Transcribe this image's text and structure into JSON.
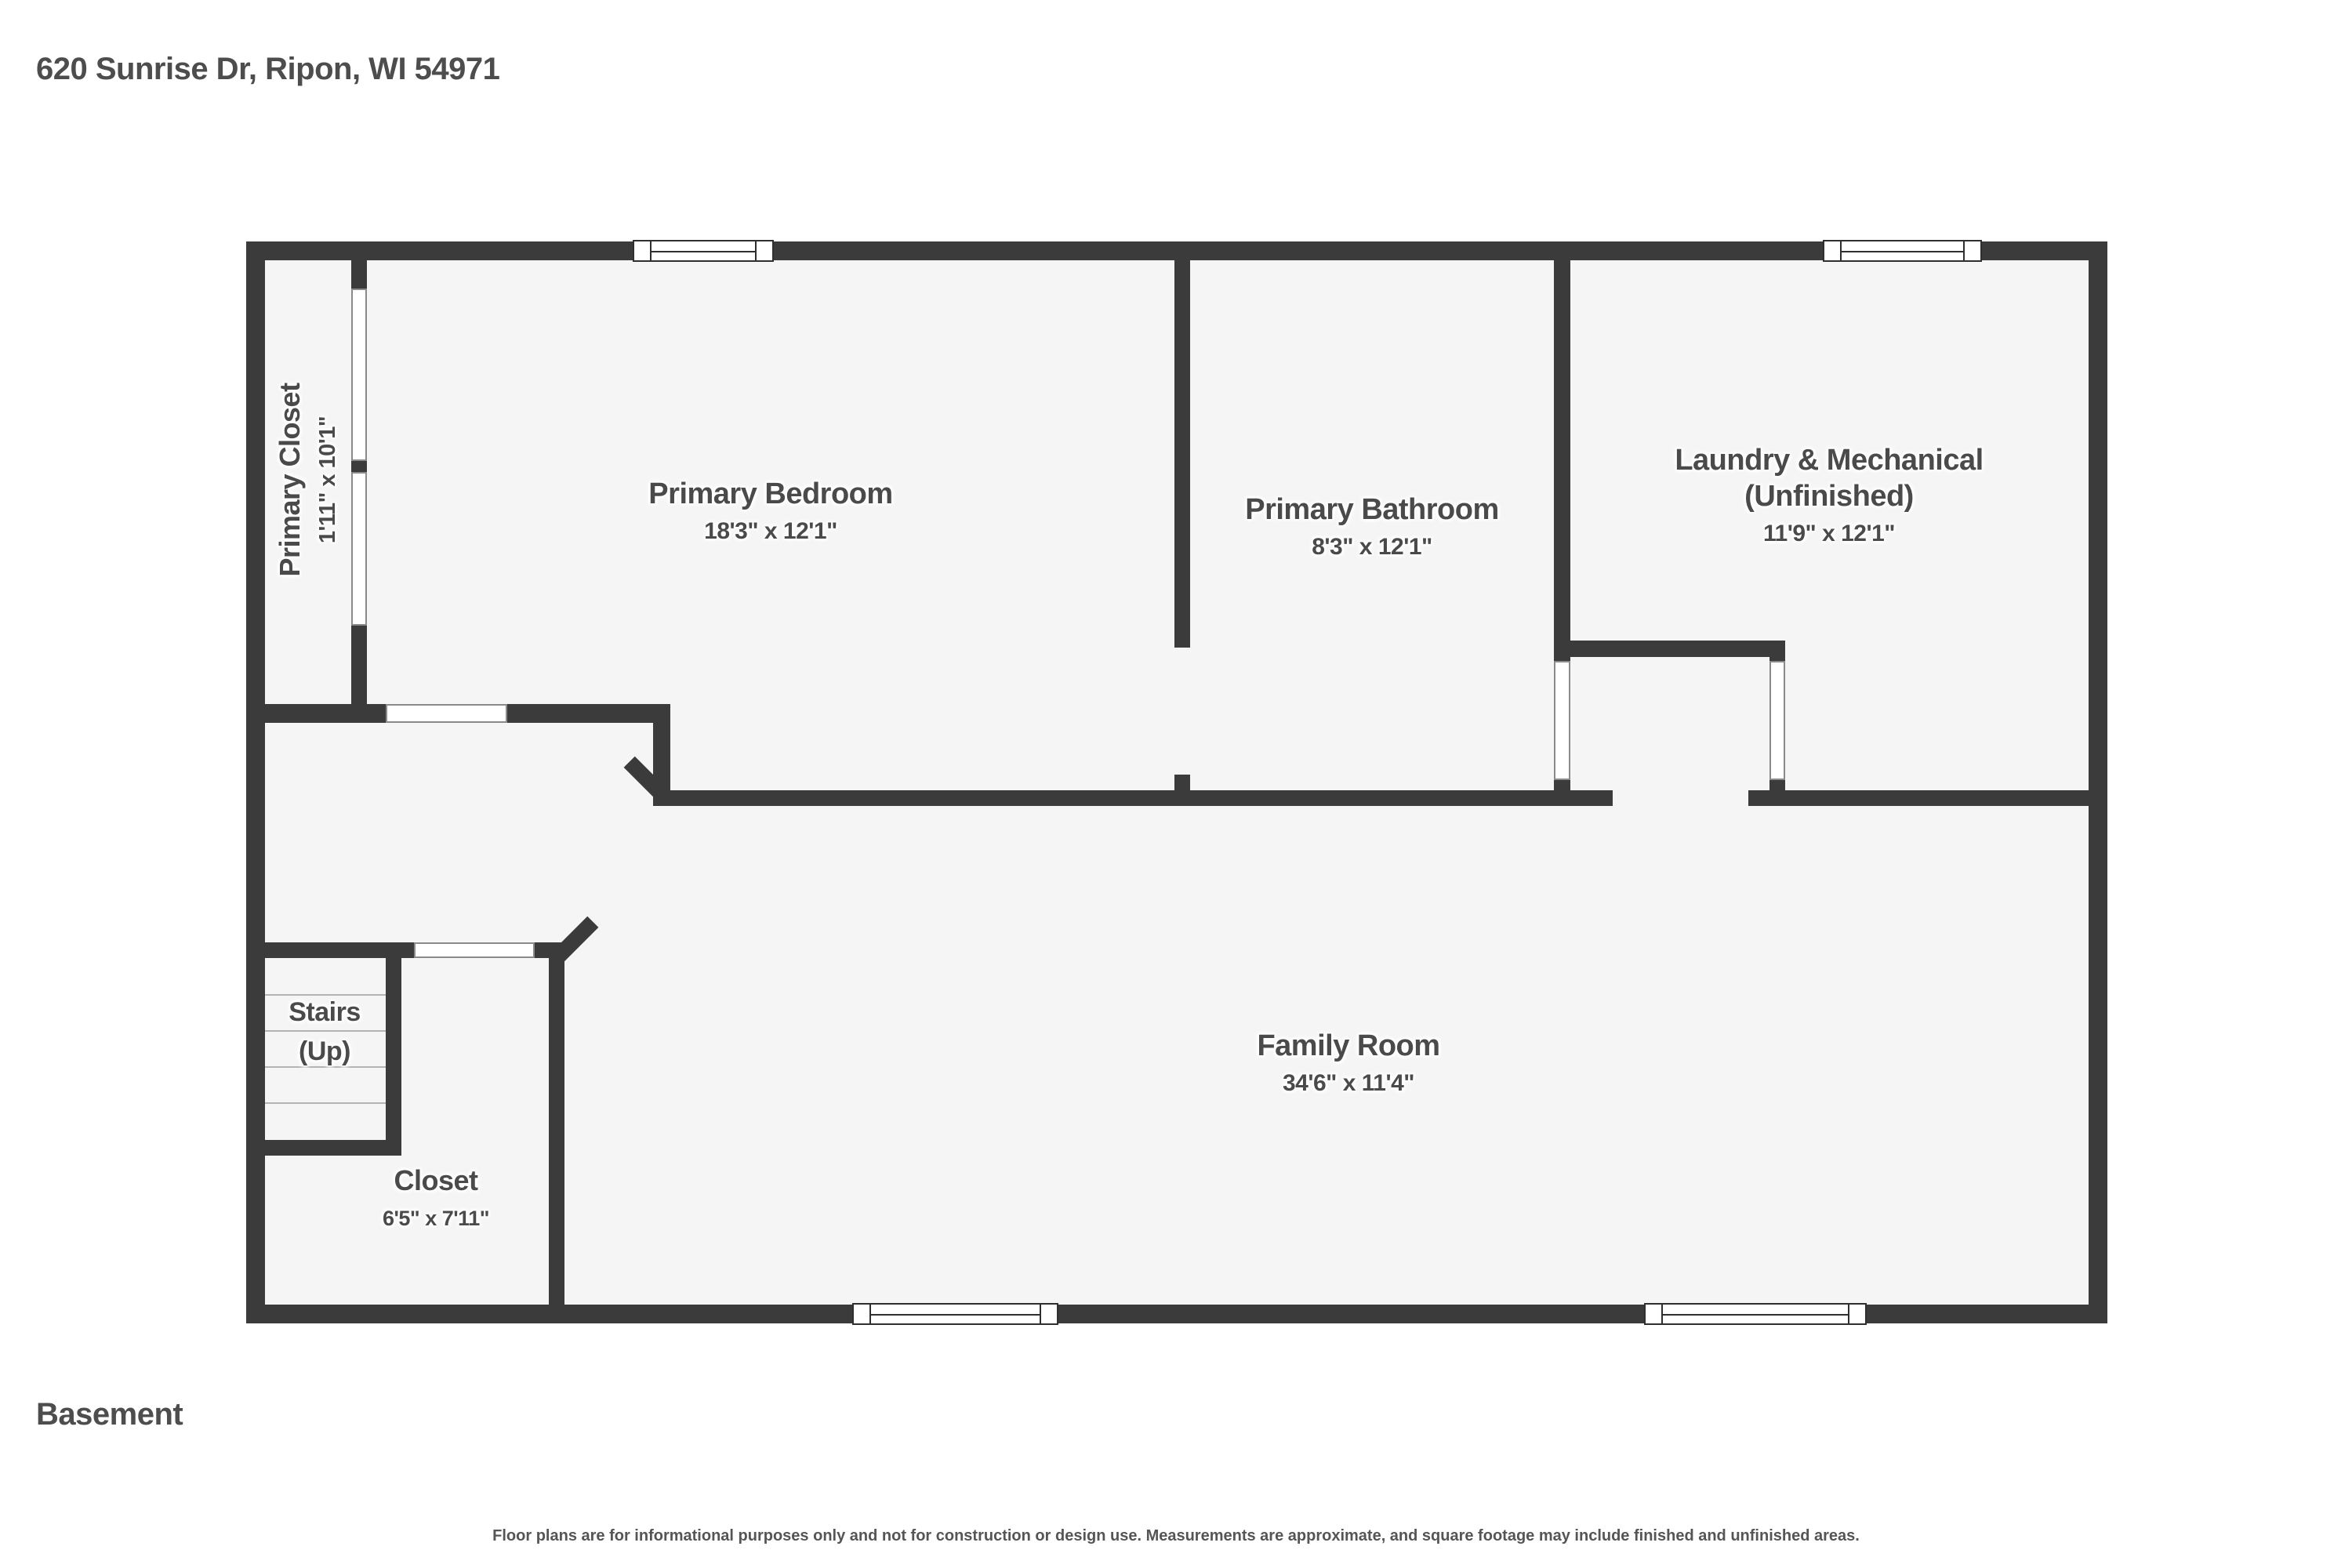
{
  "header": {
    "address": "620 Sunrise Dr, Ripon, WI 54971"
  },
  "floor_label": "Basement",
  "rooms": {
    "primary_closet": {
      "name": "Primary Closet",
      "dims": "1'11\" x 10'1\""
    },
    "primary_bedroom": {
      "name": "Primary Bedroom",
      "dims": "18'3\" x 12'1\""
    },
    "primary_bathroom": {
      "name": "Primary Bathroom",
      "dims": "8'3\" x 12'1\""
    },
    "laundry": {
      "name": "Laundry & Mechanical",
      "name2": "(Unfinished)",
      "dims": "11'9\" x 12'1\""
    },
    "family_room": {
      "name": "Family Room",
      "dims": "34'6\" x 11'4\""
    },
    "stairs": {
      "name": "Stairs",
      "name2": "(Up)"
    },
    "closet": {
      "name": "Closet",
      "dims": "6'5\" x 7'11\""
    }
  },
  "footer": {
    "disclaimer": "Floor plans are for informational purposes only and not for construction or design use. Measurements are approximate, and square footage may include finished and unfinished areas."
  },
  "colors": {
    "wall": "#3b3b3b",
    "room_fill": "#f5f5f5",
    "text": "#4a4a4a",
    "window_frame": "#2f2f2f"
  }
}
